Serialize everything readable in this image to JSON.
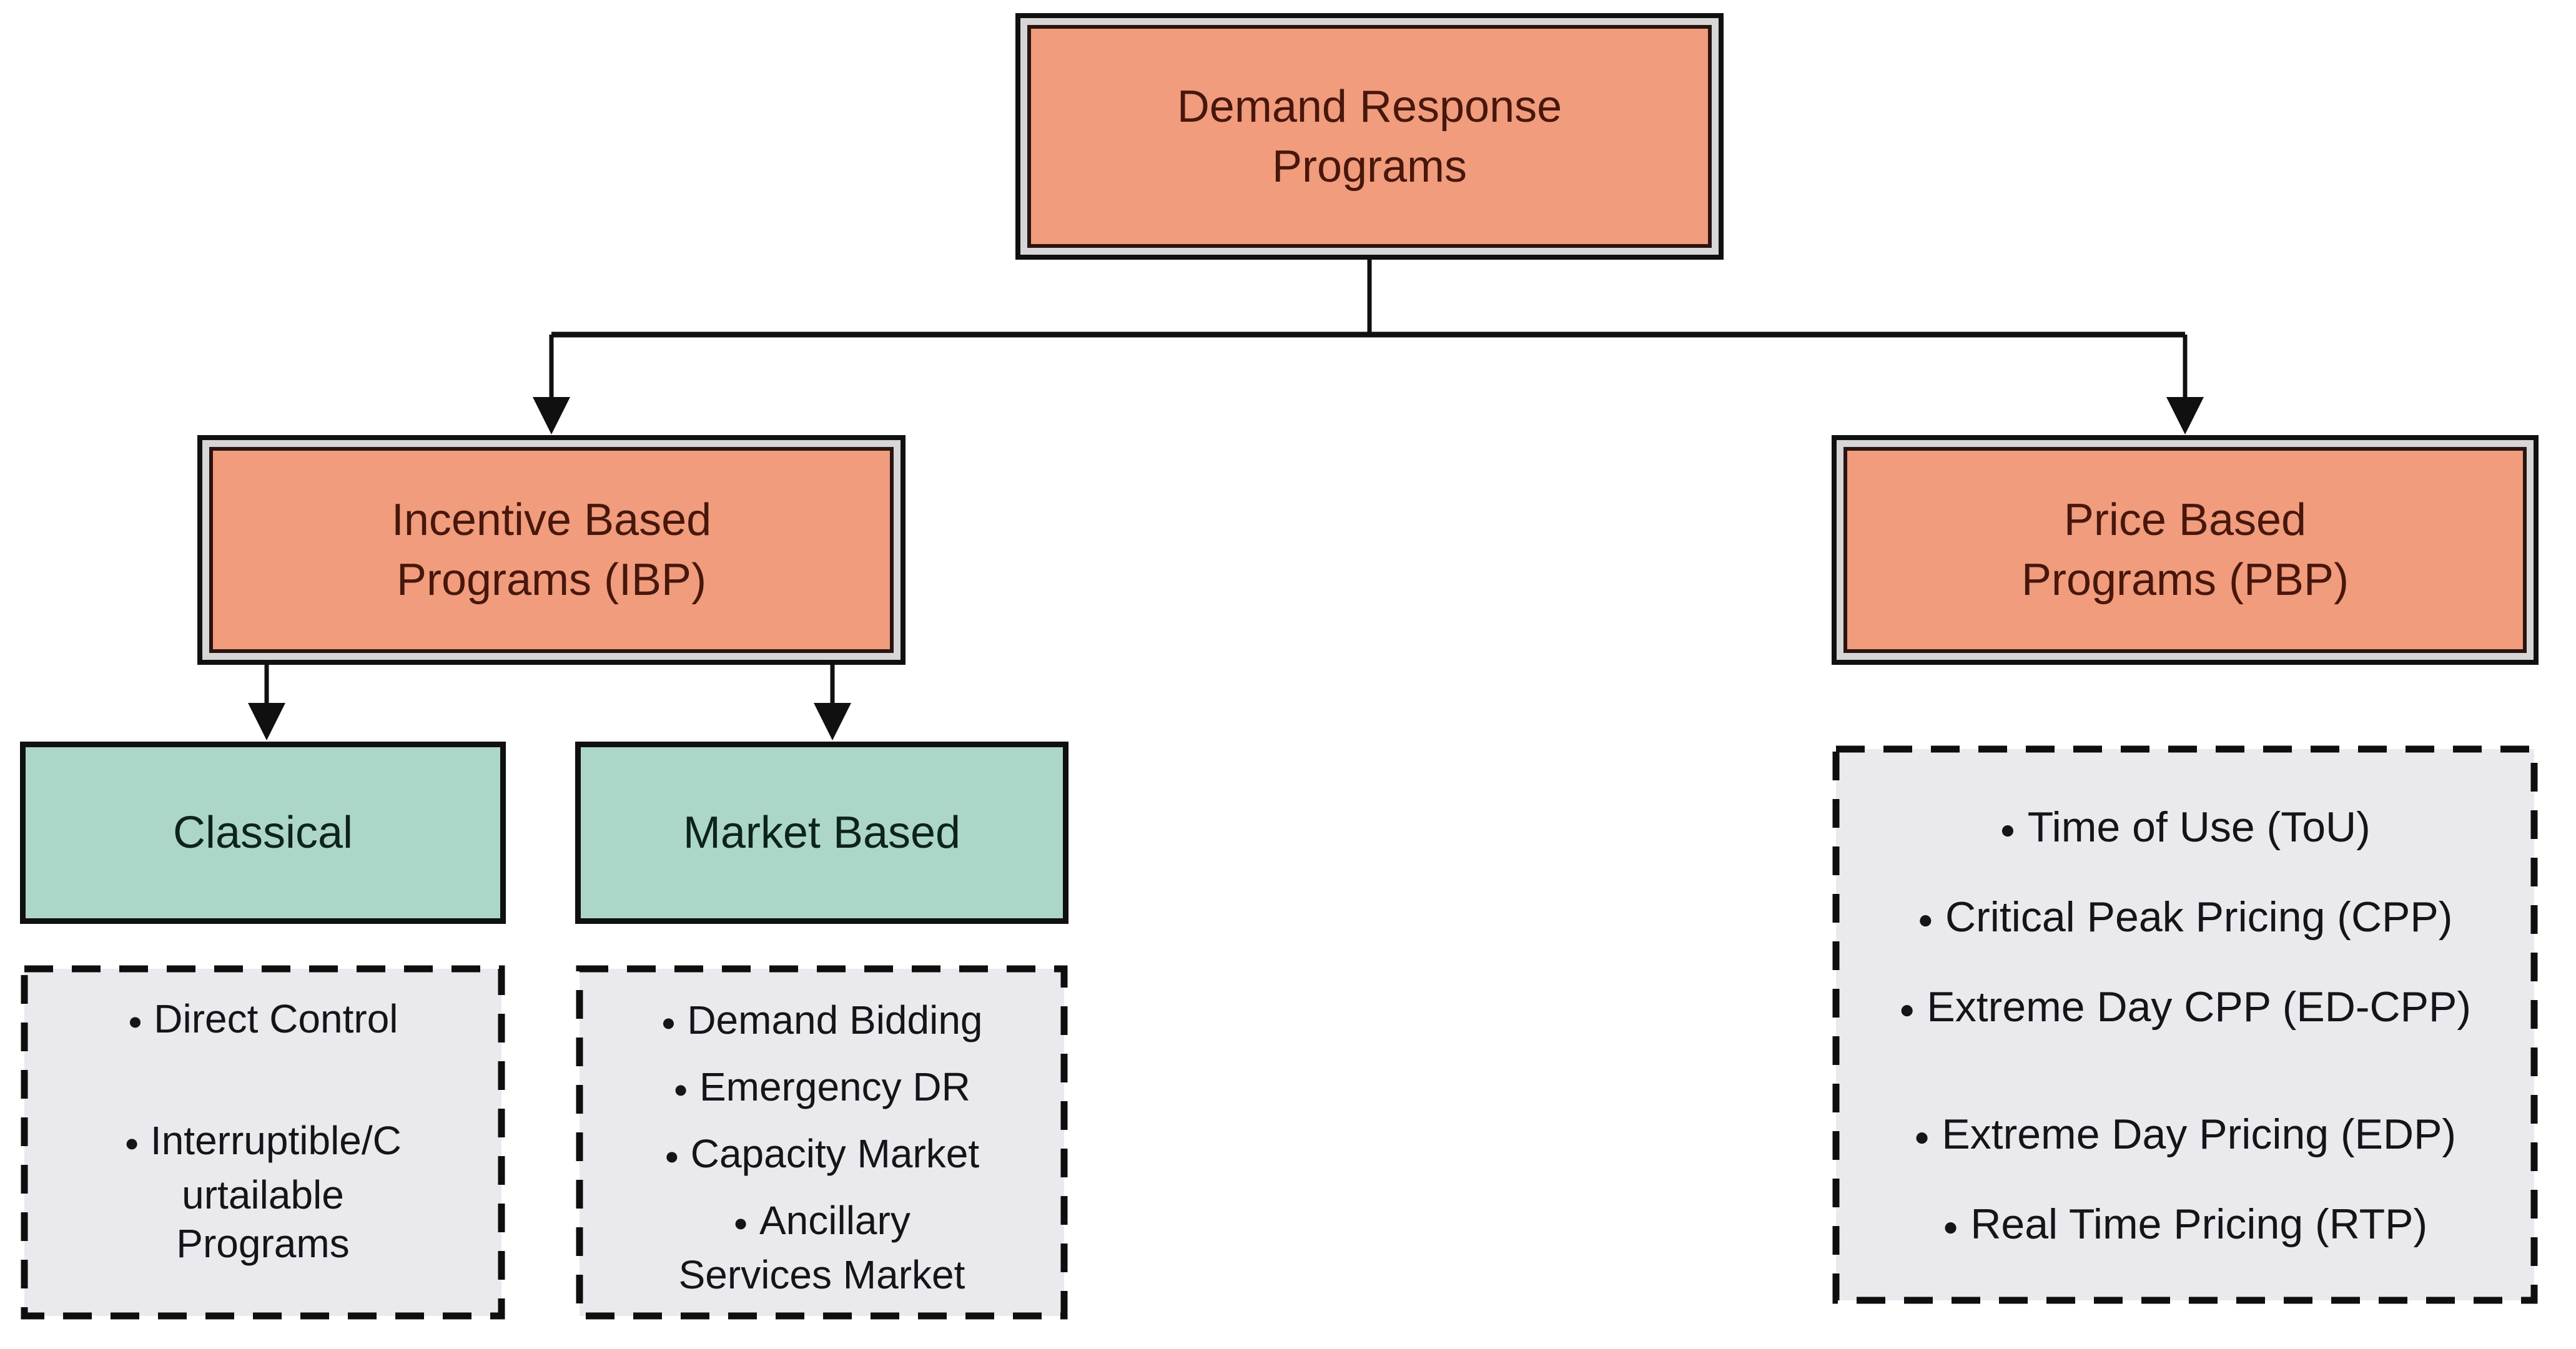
{
  "diagram": {
    "bullet_glyph": "●",
    "title_box": {
      "label": "Demand Response\nPrograms"
    },
    "ibp_box": {
      "label": "Incentive Based\nPrograms (IBP)"
    },
    "pbp_box": {
      "label": "Price Based\nPrograms (PBP)"
    },
    "classical_box": {
      "label": "Classical"
    },
    "market_box": {
      "label": "Market Based"
    },
    "classical_list": {
      "items": [
        {
          "lines": [
            {
              "text": "Direct Control",
              "bullet": true
            }
          ]
        },
        {
          "lines": [
            {
              "text": "Interruptible/C",
              "bullet": true
            },
            {
              "text": "urtailable",
              "bullet": false
            },
            {
              "text": "Programs",
              "bullet": false
            }
          ]
        }
      ]
    },
    "market_list": {
      "items": [
        {
          "lines": [
            {
              "text": "Demand Bidding",
              "bullet": true
            }
          ]
        },
        {
          "lines": [
            {
              "text": "Emergency DR",
              "bullet": true
            }
          ]
        },
        {
          "lines": [
            {
              "text": "Capacity Market",
              "bullet": true
            }
          ]
        },
        {
          "lines": [
            {
              "text": "Ancillary",
              "bullet": true
            },
            {
              "text": "Services Market",
              "bullet": false
            }
          ]
        }
      ]
    },
    "pbp_list": {
      "items": [
        {
          "lines": [
            {
              "text": "Time of Use (ToU)",
              "bullet": true
            }
          ]
        },
        {
          "lines": [
            {
              "text": "Critical Peak Pricing (CPP)",
              "bullet": true
            }
          ]
        },
        {
          "lines": [
            {
              "text": "Extreme Day CPP (ED-CPP)",
              "bullet": true
            }
          ]
        },
        {
          "lines": [
            {
              "text": "Extreme Day Pricing (EDP)",
              "bullet": true
            }
          ]
        },
        {
          "lines": [
            {
              "text": "Real Time Pricing (RTP)",
              "bullet": true
            }
          ]
        }
      ]
    },
    "colors": {
      "node_fill": "#F09C7D",
      "node_border_band": "#D6D6D6",
      "node_text": "#48170C",
      "category_fill": "#ACD7C8",
      "category_text": "#0D231E",
      "list_fill": "#E9E9EE",
      "list_text": "#141419",
      "line_color": "#101010"
    }
  }
}
